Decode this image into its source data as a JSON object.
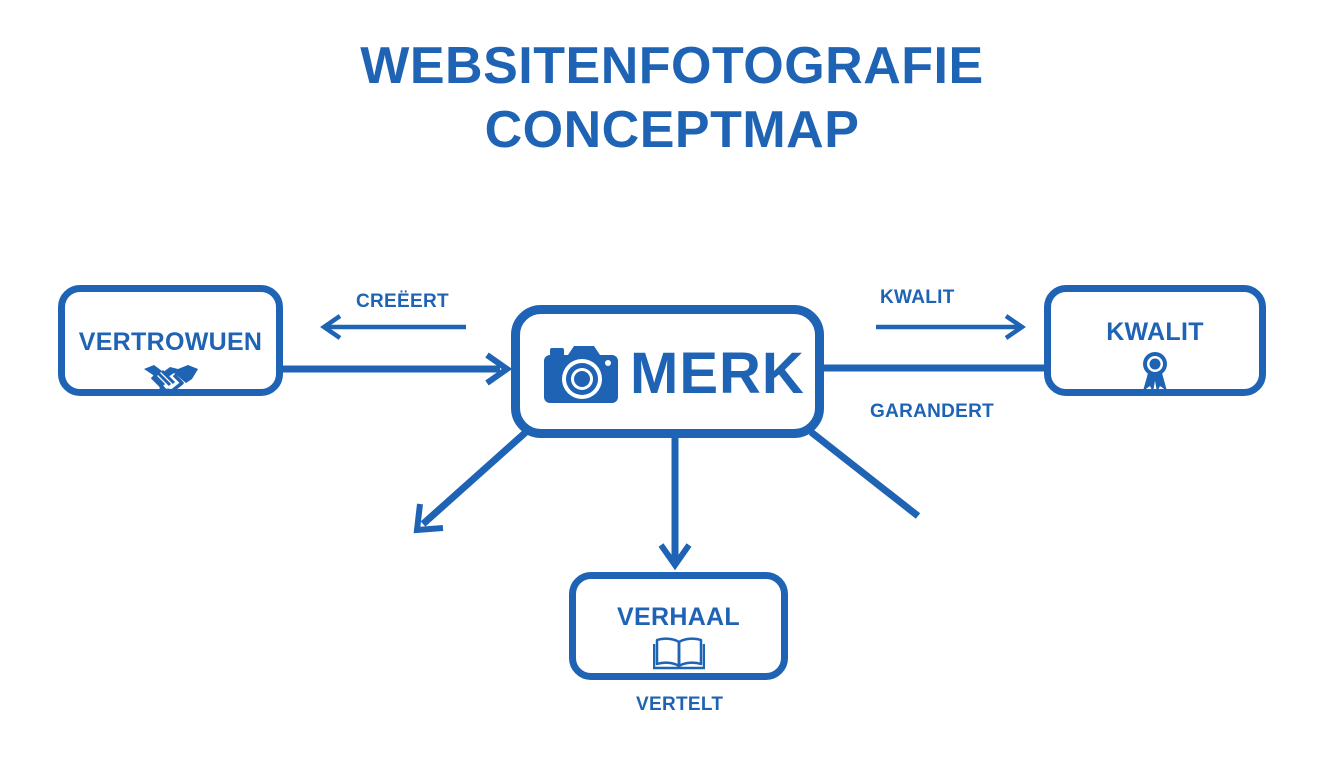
{
  "title": {
    "line1": "WEBSITENFOTOGRAFIE",
    "line2": "CONCEPTMAP"
  },
  "nodes": {
    "center": {
      "label": "MERK",
      "icon": "camera-icon"
    },
    "left": {
      "label": "VERTROWUEN",
      "icon": "handshake-icon"
    },
    "right": {
      "label": "KWALIT",
      "icon": "award-ribbon-icon"
    },
    "bottom": {
      "label": "VERHAAL",
      "icon": "open-book-icon"
    }
  },
  "edge_labels": {
    "creeert": "CREËERT",
    "kwalit": "KWALIT",
    "garandert": "GARANDERT",
    "vertelt": "VERTELT"
  },
  "colors": {
    "primary": "#1f63b5",
    "background": "#ffffff"
  }
}
